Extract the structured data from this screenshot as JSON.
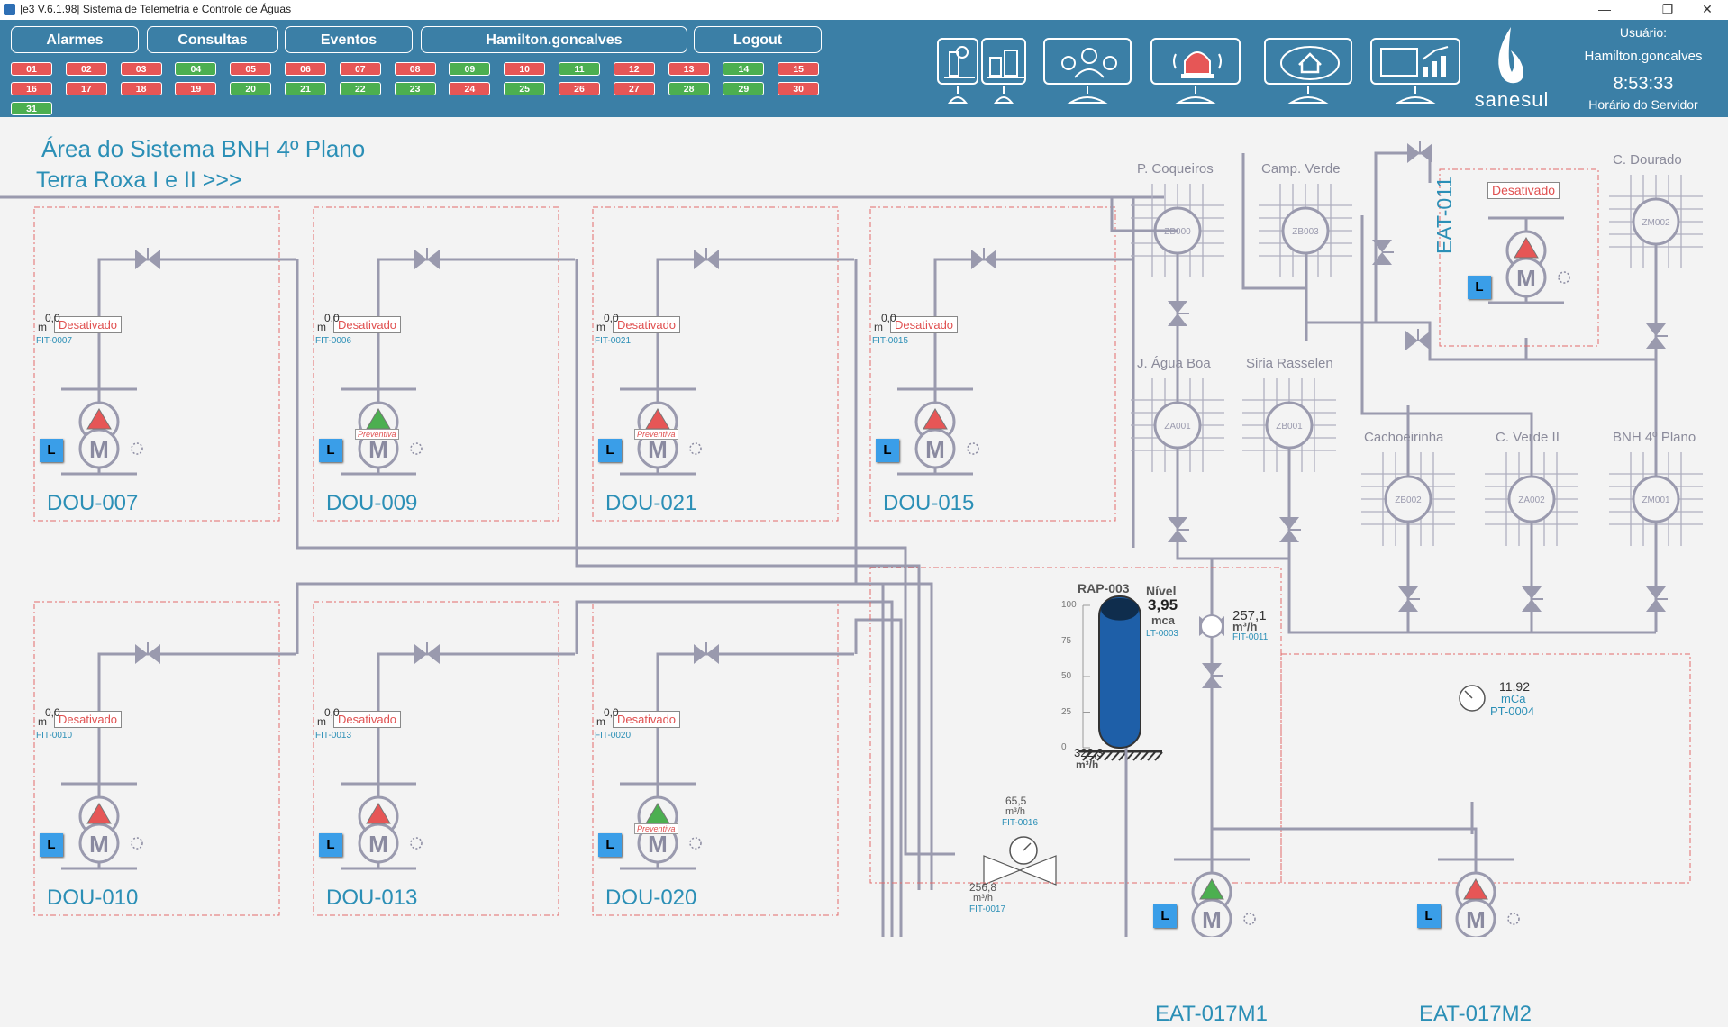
{
  "window": {
    "title": "|e3 V.6.1.98| Sistema de Telemetria e Controle de Águas",
    "minimize": "—",
    "restore": "❐",
    "close": "✕"
  },
  "nav": {
    "alarmes": "Alarmes",
    "consultas": "Consultas",
    "eventos": "Eventos",
    "user": "Hamilton.goncalves",
    "logout": "Logout"
  },
  "days": [
    {
      "n": "01",
      "s": "red"
    },
    {
      "n": "02",
      "s": "red"
    },
    {
      "n": "03",
      "s": "red"
    },
    {
      "n": "04",
      "s": "green"
    },
    {
      "n": "05",
      "s": "red"
    },
    {
      "n": "06",
      "s": "red"
    },
    {
      "n": "07",
      "s": "red"
    },
    {
      "n": "08",
      "s": "red"
    },
    {
      "n": "09",
      "s": "green"
    },
    {
      "n": "10",
      "s": "red"
    },
    {
      "n": "11",
      "s": "green"
    },
    {
      "n": "12",
      "s": "red"
    },
    {
      "n": "13",
      "s": "red"
    },
    {
      "n": "14",
      "s": "green"
    },
    {
      "n": "15",
      "s": "red"
    },
    {
      "n": "16",
      "s": "red"
    },
    {
      "n": "17",
      "s": "red"
    },
    {
      "n": "18",
      "s": "red"
    },
    {
      "n": "19",
      "s": "red"
    },
    {
      "n": "20",
      "s": "green"
    },
    {
      "n": "21",
      "s": "green"
    },
    {
      "n": "22",
      "s": "green"
    },
    {
      "n": "23",
      "s": "green"
    },
    {
      "n": "24",
      "s": "red"
    },
    {
      "n": "25",
      "s": "green"
    },
    {
      "n": "26",
      "s": "red"
    },
    {
      "n": "27",
      "s": "red"
    },
    {
      "n": "28",
      "s": "green"
    },
    {
      "n": "29",
      "s": "green"
    },
    {
      "n": "30",
      "s": "red"
    },
    {
      "n": "31",
      "s": "green"
    }
  ],
  "user_panel": {
    "label": "Usuário:",
    "name": "Hamilton.goncalves",
    "time": "8:53:33",
    "time_label": "Horário do Servidor",
    "brand": "sanesul"
  },
  "colors": {
    "topbar": "#3b7fa6",
    "accent": "#2b8fb6",
    "alarm_red": "#e65656",
    "ok_green": "#4caf50",
    "pipe": "#9a9aae"
  },
  "area": {
    "title": "Área do Sistema BNH 4º Plano",
    "link": "Terra Roxa I e II >>>"
  },
  "stations": [
    {
      "tag": "DOU-007",
      "fit": "FIT-0007",
      "status": "Desativado",
      "flow": "0,0",
      "unit": "m",
      "pump": "red",
      "preventiva": ""
    },
    {
      "tag": "DOU-009",
      "fit": "FIT-0006",
      "status": "Desativado",
      "flow": "0,0",
      "unit": "m",
      "pump": "green",
      "preventiva": "Preventiva"
    },
    {
      "tag": "DOU-021",
      "fit": "FIT-0021",
      "status": "Desativado",
      "flow": "0,0",
      "unit": "m",
      "pump": "red",
      "preventiva": "Preventiva"
    },
    {
      "tag": "DOU-015",
      "fit": "FIT-0015",
      "status": "Desativado",
      "flow": "0,0",
      "unit": "m",
      "pump": "red",
      "preventiva": ""
    },
    {
      "tag": "DOU-010",
      "fit": "FIT-0010",
      "status": "Desativado",
      "flow": "0,0",
      "unit": "m",
      "pump": "red",
      "preventiva": ""
    },
    {
      "tag": "DOU-013",
      "fit": "FIT-0013",
      "status": "Desativado",
      "flow": "0,0",
      "unit": "m",
      "pump": "red",
      "preventiva": ""
    },
    {
      "tag": "DOU-020",
      "fit": "FIT-0020",
      "status": "Desativado",
      "flow": "0,0",
      "unit": "m",
      "pump": "green",
      "preventiva": "Preventiva"
    }
  ],
  "reservoirs": [
    {
      "name": "P. Coqueiros",
      "id": "ZB000"
    },
    {
      "name": "Camp. Verde",
      "id": "ZB003"
    },
    {
      "name": "C. Dourado",
      "id": "ZM002"
    },
    {
      "name": "J. Água Boa",
      "id": "ZA001"
    },
    {
      "name": "Siria Rasselen",
      "id": "ZB001"
    },
    {
      "name": "Cachoeirinha",
      "id": "ZB002"
    },
    {
      "name": "C. Verde II",
      "id": "ZA002"
    },
    {
      "name": "BNH 4º Plano",
      "id": "ZM001"
    }
  ],
  "eat011": {
    "tag": "EAT-011",
    "status": "Desativado",
    "pump": "red"
  },
  "tank": {
    "id": "RAP-003",
    "level_label": "Nível",
    "level": "3,95",
    "level_unit": "mca",
    "lt": "LT-0003",
    "scale": [
      "100",
      "75",
      "50",
      "25",
      "0"
    ],
    "level_fraction": 0.85,
    "outflow": "322,3",
    "outflow_unit": "m³/h"
  },
  "fit0011": {
    "value": "257,1",
    "unit": "m³/h",
    "tag": "FIT-0011"
  },
  "fit0016": {
    "value": "65,5",
    "unit": "m³/h",
    "tag": "FIT-0016"
  },
  "fit0017": {
    "value": "256,8",
    "unit": "m³/h",
    "tag": "FIT-0017"
  },
  "pt0004": {
    "value": "11,92",
    "unit": "mCa",
    "tag": "PT-0004"
  },
  "eat017m1": {
    "tag": "EAT-017M1",
    "pump": "green"
  },
  "eat017m2": {
    "tag": "EAT-017M2",
    "pump": "red"
  },
  "labels": {
    "L": "L",
    "M": "M"
  }
}
